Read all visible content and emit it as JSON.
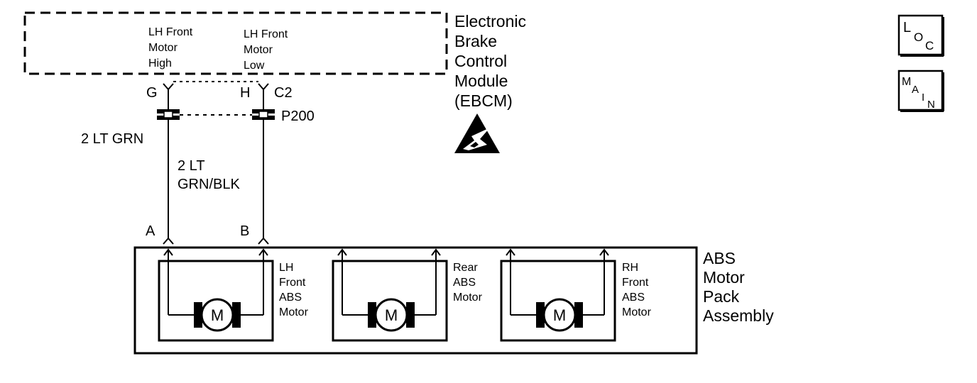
{
  "module": {
    "name_lines": [
      "Electronic",
      "Brake",
      "Control",
      "Module",
      "(EBCM)"
    ],
    "pin_high_lines": [
      "LH Front",
      "Motor",
      "High"
    ],
    "pin_low_lines": [
      "LH Front",
      "Motor",
      "Low"
    ]
  },
  "connector_c2": {
    "pin_g": "G",
    "pin_h": "H",
    "name": "C2"
  },
  "inline_connector": {
    "name": "P200"
  },
  "wires": {
    "high_wire": "2 LT GRN",
    "low_wire_lines": [
      "2 LT",
      "GRN/BLK"
    ]
  },
  "motor_pack": {
    "pin_a": "A",
    "pin_b": "B",
    "name_lines": [
      "ABS",
      "Motor",
      "Pack",
      "Assembly"
    ],
    "motor_symbol": "M",
    "motors": [
      {
        "label_lines": [
          "LH",
          "Front",
          "ABS",
          "Motor"
        ]
      },
      {
        "label_lines": [
          "Rear",
          "ABS",
          "Motor"
        ]
      },
      {
        "label_lines": [
          "RH",
          "Front",
          "ABS",
          "Motor"
        ]
      }
    ]
  },
  "icons": {
    "esd": "esd-warning-icon",
    "loc": {
      "big": "L",
      "sub": "O",
      "sub2": "C"
    },
    "main": {
      "big": "M",
      "sub": "A",
      "sub2": "I",
      "sub3": "N"
    }
  }
}
